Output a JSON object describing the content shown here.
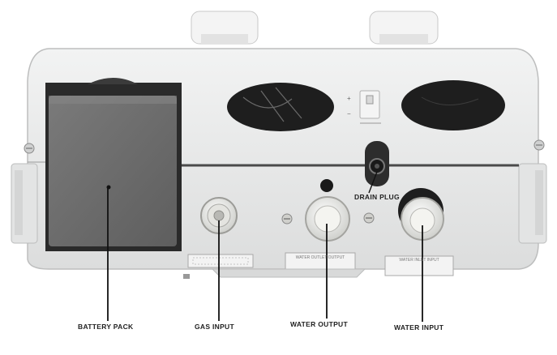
{
  "labels": {
    "battery_pack": "BATTERY PACK",
    "gas_input": "GAS INPUT",
    "water_output": "WATER OUTPUT",
    "water_input": "WATER INPUT",
    "drain_plug": "DRAIN PLUG"
  },
  "plates": {
    "water_output_plate": "WATER OUTLET OUTPUT",
    "water_input_plate": "WATER INLET INPUT"
  },
  "colors": {
    "body": "#e9eaea",
    "body_shade": "#d6d7d7",
    "battery": "#6f6f6f",
    "vent": "#1e1e1e",
    "fitting": "#f1f1ee",
    "ink": "#222222"
  }
}
